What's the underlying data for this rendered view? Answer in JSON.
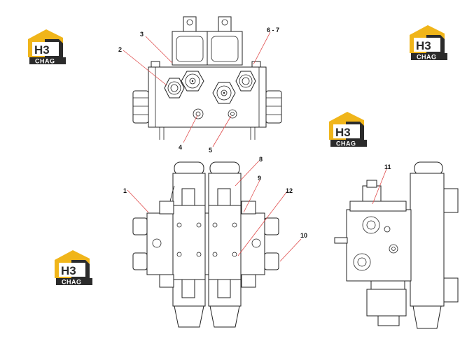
{
  "logo": {
    "mark": "H3",
    "word": "CHAG",
    "accent": "#f0b51a",
    "dark": "#2b2b2b"
  },
  "callouts": {
    "c1": "1",
    "c2": "2",
    "c3": "3",
    "c4": "4",
    "c5": "5",
    "c6": "6 - 7",
    "c8": "8",
    "c9": "9",
    "c10": "10",
    "c11": "11",
    "c12": "12"
  },
  "colors": {
    "leader": "#e04a4a",
    "line": "#222222"
  }
}
